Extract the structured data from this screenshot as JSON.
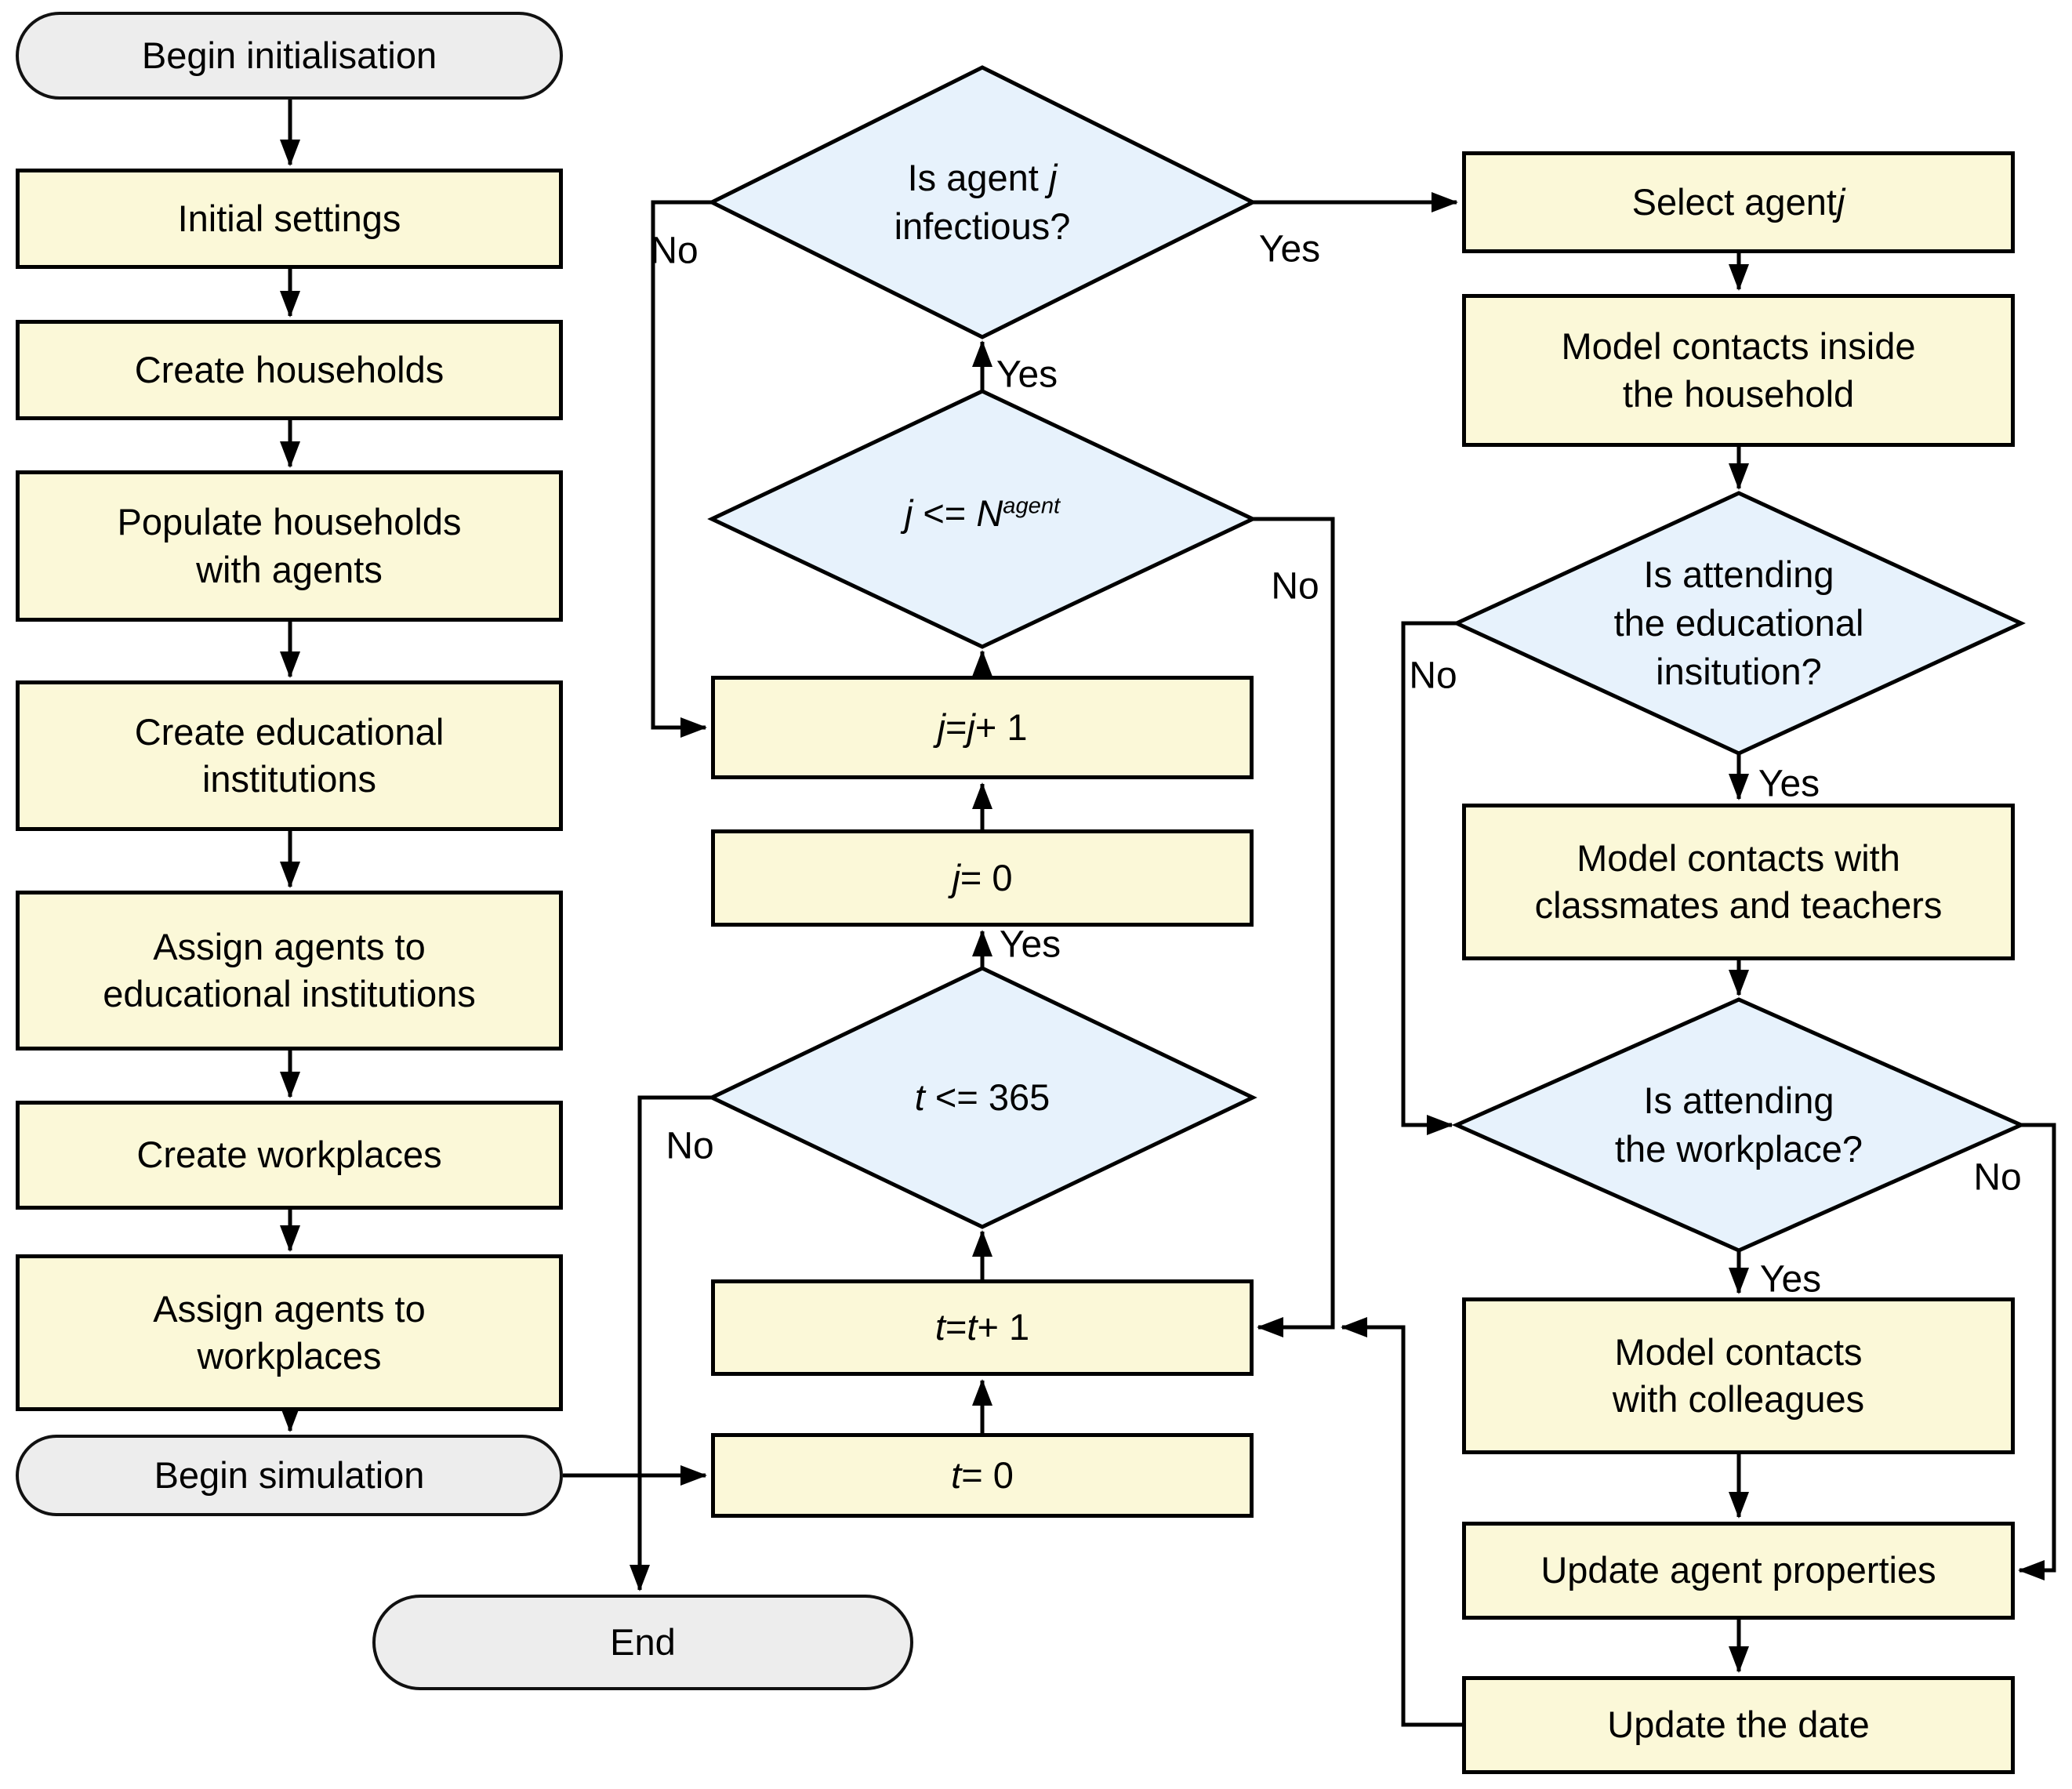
{
  "colors": {
    "process_fill": "#FBF8D8",
    "decision_fill": "#E7F2FC",
    "terminal_fill": "#EDEDED",
    "stroke": "#000000"
  },
  "nodes": {
    "begin_init": {
      "type": "terminal",
      "label": "Begin initialisation"
    },
    "initial_settings": {
      "type": "process",
      "label": "Initial settings"
    },
    "create_households": {
      "type": "process",
      "label": "Create households"
    },
    "populate_households": {
      "type": "process",
      "label": "Populate households\nwith agents"
    },
    "create_edu": {
      "type": "process",
      "label": "Create educational\ninstitutions"
    },
    "assign_edu": {
      "type": "process",
      "label": "Assign agents to\neducational institutions"
    },
    "create_workplaces": {
      "type": "process",
      "label": "Create workplaces"
    },
    "assign_workplaces": {
      "type": "process",
      "label": "Assign agents to\nworkplaces"
    },
    "begin_simulation": {
      "type": "terminal",
      "label": "Begin simulation"
    },
    "is_infectious": {
      "type": "decision",
      "label": "Is agent *j*\ninfectious?"
    },
    "j_le_n": {
      "type": "decision",
      "label": "*j* <= *N*^agent^"
    },
    "j_inc": {
      "type": "process",
      "label": "*j* = *j* + 1"
    },
    "j_zero": {
      "type": "process",
      "label": "*j* = 0"
    },
    "t_le_365": {
      "type": "decision",
      "label": "*t* <= 365"
    },
    "t_inc": {
      "type": "process",
      "label": "*t* = *t* + 1"
    },
    "t_zero": {
      "type": "process",
      "label": "*t* = 0"
    },
    "end": {
      "type": "terminal",
      "label": "End"
    },
    "select_agent": {
      "type": "process",
      "label": "Select agent *j*"
    },
    "model_household": {
      "type": "process",
      "label": "Model contacts inside\nthe household"
    },
    "is_attending_edu": {
      "type": "decision",
      "label": "Is attending\nthe educational\ninsitution?"
    },
    "model_classmates": {
      "type": "process",
      "label": "Model contacts with\nclassmates and teachers"
    },
    "is_attending_work": {
      "type": "decision",
      "label": "Is attending\nthe workplace?"
    },
    "model_colleagues": {
      "type": "process",
      "label": "Model contacts\nwith colleagues"
    },
    "update_properties": {
      "type": "process",
      "label": "Update agent properties"
    },
    "update_date": {
      "type": "process",
      "label": "Update the date"
    }
  },
  "edge_labels": {
    "infectious_no": "No",
    "infectious_yes": "Yes",
    "jn_yes": "Yes",
    "jn_no": "No",
    "t365_yes": "Yes",
    "t365_no": "No",
    "edu_yes": "Yes",
    "edu_no": "No",
    "work_yes": "Yes",
    "work_no": "No"
  }
}
